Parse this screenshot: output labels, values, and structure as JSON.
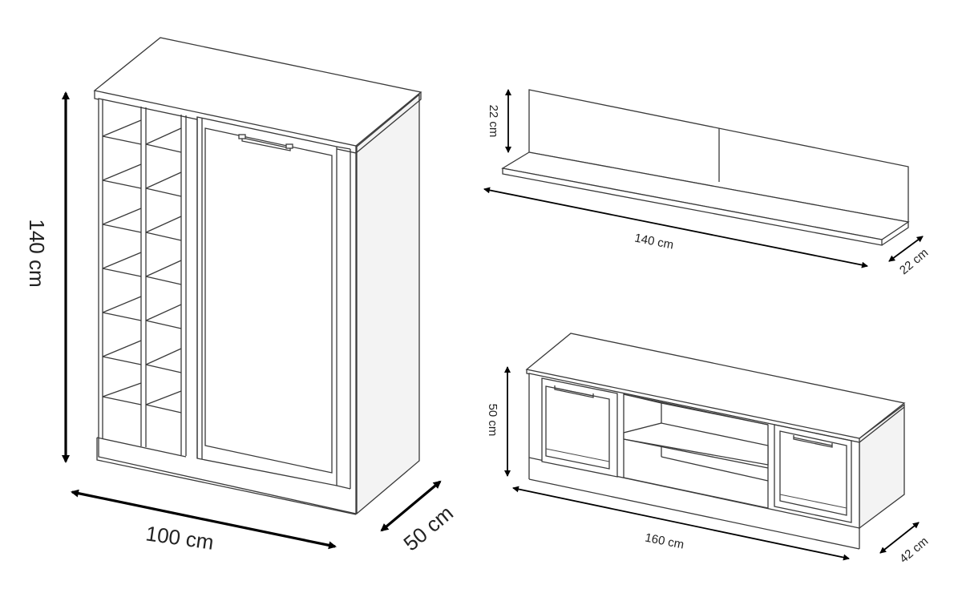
{
  "furniture": [
    {
      "id": "wine-cabinet",
      "height_label": "140 cm",
      "width_label": "100 cm",
      "depth_label": "50 cm"
    },
    {
      "id": "wall-shelf",
      "height_label": "22 cm",
      "width_label": "140 cm",
      "depth_label": "22 cm"
    },
    {
      "id": "tv-stand",
      "height_label": "50 cm",
      "width_label": "160 cm",
      "depth_label": "42 cm"
    }
  ],
  "colors": {
    "line": "#3a3a3a",
    "dimension_arrow": "#000000",
    "background": "#ffffff"
  }
}
